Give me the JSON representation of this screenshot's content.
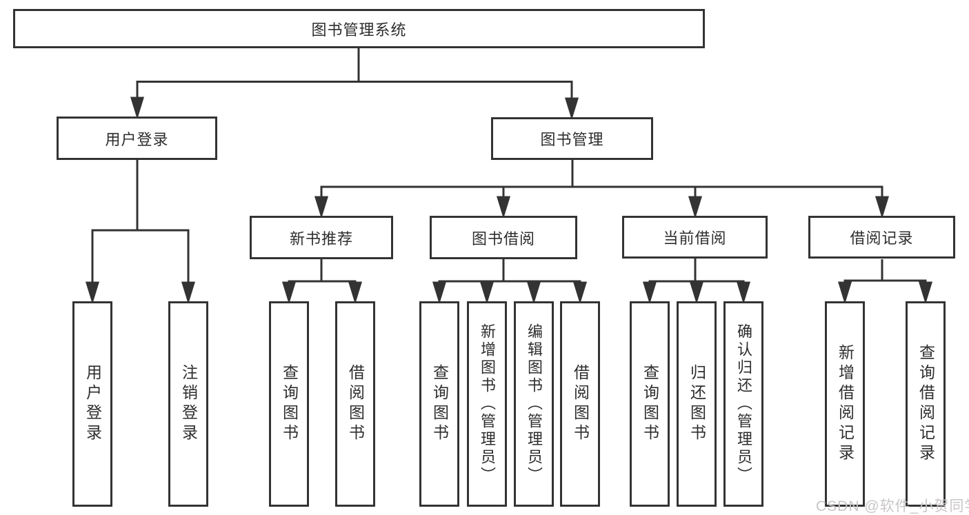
{
  "tree": {
    "label": "图书管理系统",
    "children": [
      {
        "label": "用户登录",
        "children": [
          {
            "label": "用户登录"
          },
          {
            "label": "注销登录"
          }
        ]
      },
      {
        "label": "图书管理",
        "children": [
          {
            "label": "新书推荐",
            "children": [
              {
                "label": "查询图书"
              },
              {
                "label": "借阅图书"
              }
            ]
          },
          {
            "label": "图书借阅",
            "children": [
              {
                "label": "查询图书"
              },
              {
                "label": "新增图书（管理员）"
              },
              {
                "label": "编辑图书（管理员）"
              },
              {
                "label": "借阅图书"
              }
            ]
          },
          {
            "label": "当前借阅",
            "children": [
              {
                "label": "查询图书"
              },
              {
                "label": "归还图书"
              },
              {
                "label": "确认归还（管理员）"
              }
            ]
          },
          {
            "label": "借阅记录",
            "children": [
              {
                "label": "新增借阅记录"
              },
              {
                "label": "查询借阅记录"
              }
            ]
          }
        ]
      }
    ]
  },
  "watermark": {
    "text": "CSDN @软件_小贺同学"
  },
  "colors": {
    "line": "#333333",
    "box_border": "#333333",
    "box_fill": "#ffffff",
    "text": "#2d2d2d",
    "watermark": "#c9c5c5",
    "background": "#ffffff"
  }
}
